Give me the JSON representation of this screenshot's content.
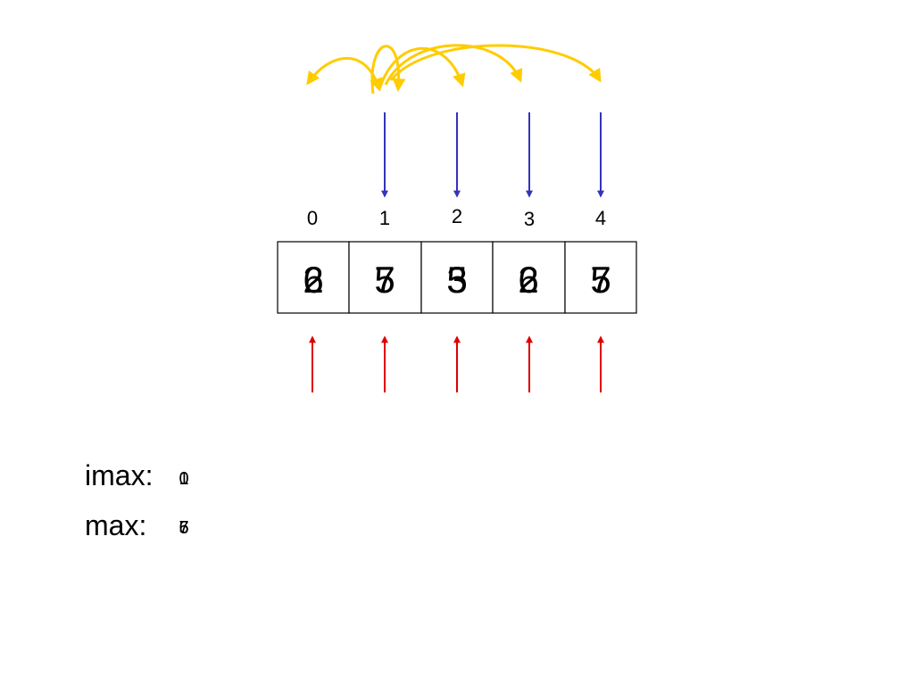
{
  "colors": {
    "swap_arrow": "#ffcc00",
    "scan_arrow": "#3333bb",
    "pointer_arrow": "#dd0000",
    "cell_border": "#000000"
  },
  "indices": [
    "0",
    "1",
    "2",
    "3",
    "4"
  ],
  "cells": [
    {
      "values": [
        "6",
        "2"
      ]
    },
    {
      "values": [
        "5",
        "7"
      ]
    },
    {
      "values": [
        "5",
        "3"
      ]
    },
    {
      "values": [
        "6",
        "2"
      ]
    },
    {
      "values": [
        "5",
        "7"
      ]
    }
  ],
  "variables": [
    {
      "label": "imax:",
      "values": [
        "0",
        "1"
      ]
    },
    {
      "label": "max:",
      "values": [
        "5",
        "6",
        "7"
      ]
    }
  ]
}
